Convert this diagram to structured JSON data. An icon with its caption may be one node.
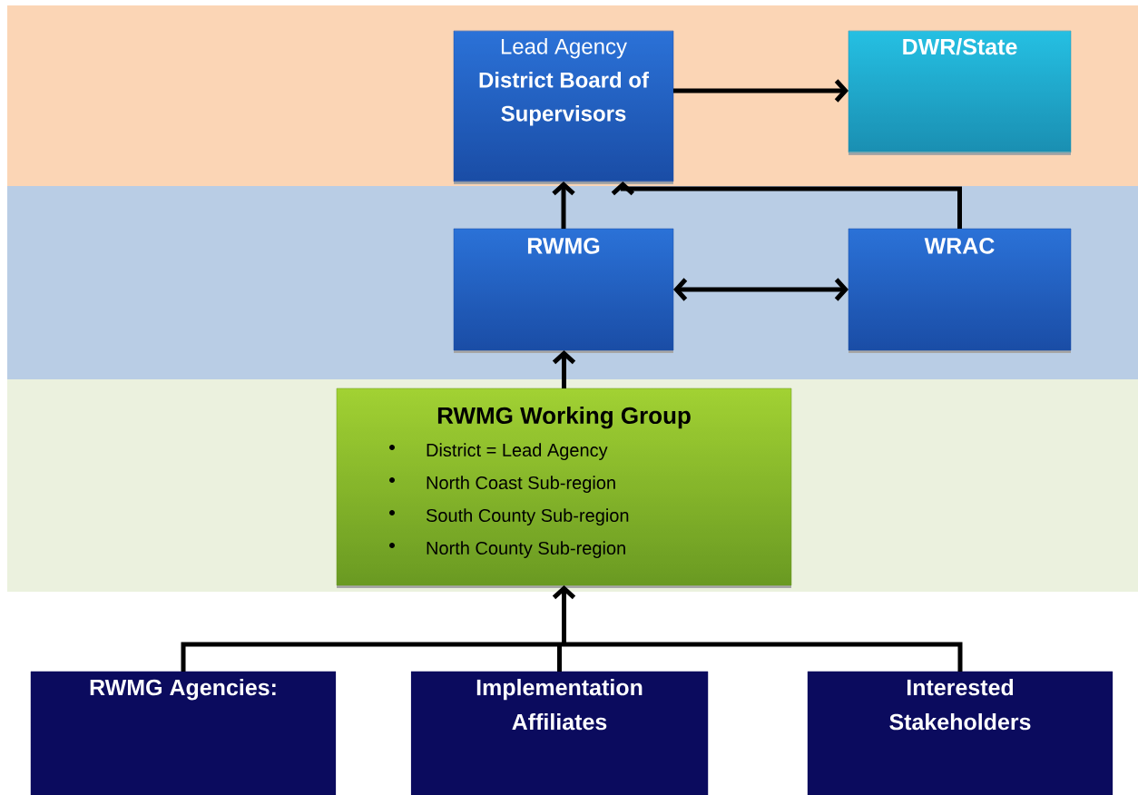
{
  "diagram": {
    "nodes": [
      {
        "text": [
          "Lead Agency",
          "District Board of Supervisors"
        ]
      },
      {
        "text": [
          "DWR/State"
        ]
      },
      {
        "text": [
          "RWMG"
        ]
      },
      {
        "text": [
          "WRAC"
        ]
      },
      {
        "text": [
          "RWMG Working Group",
          "District = Lead Agency",
          "North Coast Sub-region",
          "South County Sub-region",
          "North County Sub-region"
        ]
      },
      {
        "text": [
          "RWMG Agencies:"
        ]
      },
      {
        "text": [
          "Implementation Affiliates"
        ]
      },
      {
        "text": [
          "Interested Stakeholders"
        ]
      }
    ],
    "edges": [
      {
        "from": 0,
        "to": 1,
        "arrow": "to"
      },
      {
        "from": 2,
        "to": 0,
        "arrow": "to"
      },
      {
        "from": 3,
        "to": 0,
        "arrow": "to"
      },
      {
        "from": 2,
        "to": 3,
        "arrow": "both"
      },
      {
        "from": 4,
        "to": 2,
        "arrow": "to"
      },
      {
        "from": 5,
        "to": 4,
        "arrow": "to"
      },
      {
        "from": 6,
        "to": 4,
        "arrow": "to"
      },
      {
        "from": 7,
        "to": 4,
        "arrow": "to"
      }
    ]
  }
}
